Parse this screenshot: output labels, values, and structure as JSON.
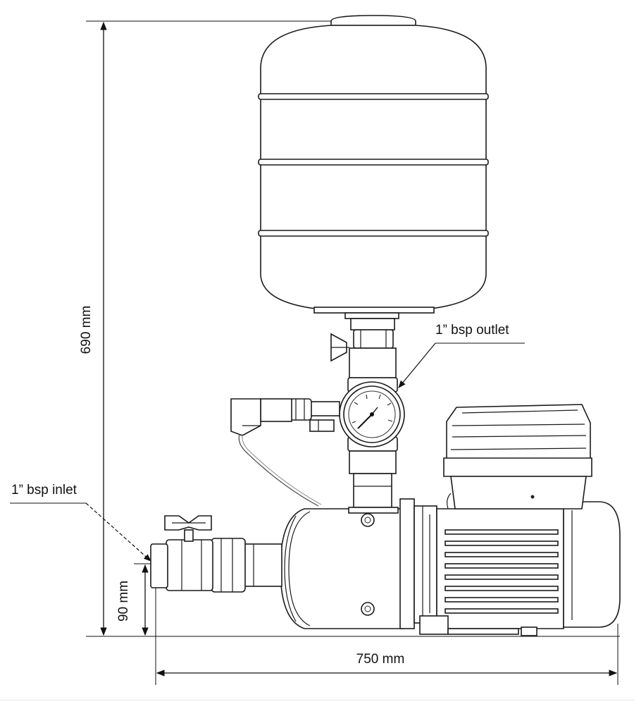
{
  "diagram": {
    "dimensions": {
      "overall_height": "690 mm",
      "inlet_height": "90 mm",
      "overall_width": "750 mm"
    },
    "callouts": {
      "outlet": "1” bsp outlet",
      "inlet": "1” bsp inlet"
    }
  }
}
